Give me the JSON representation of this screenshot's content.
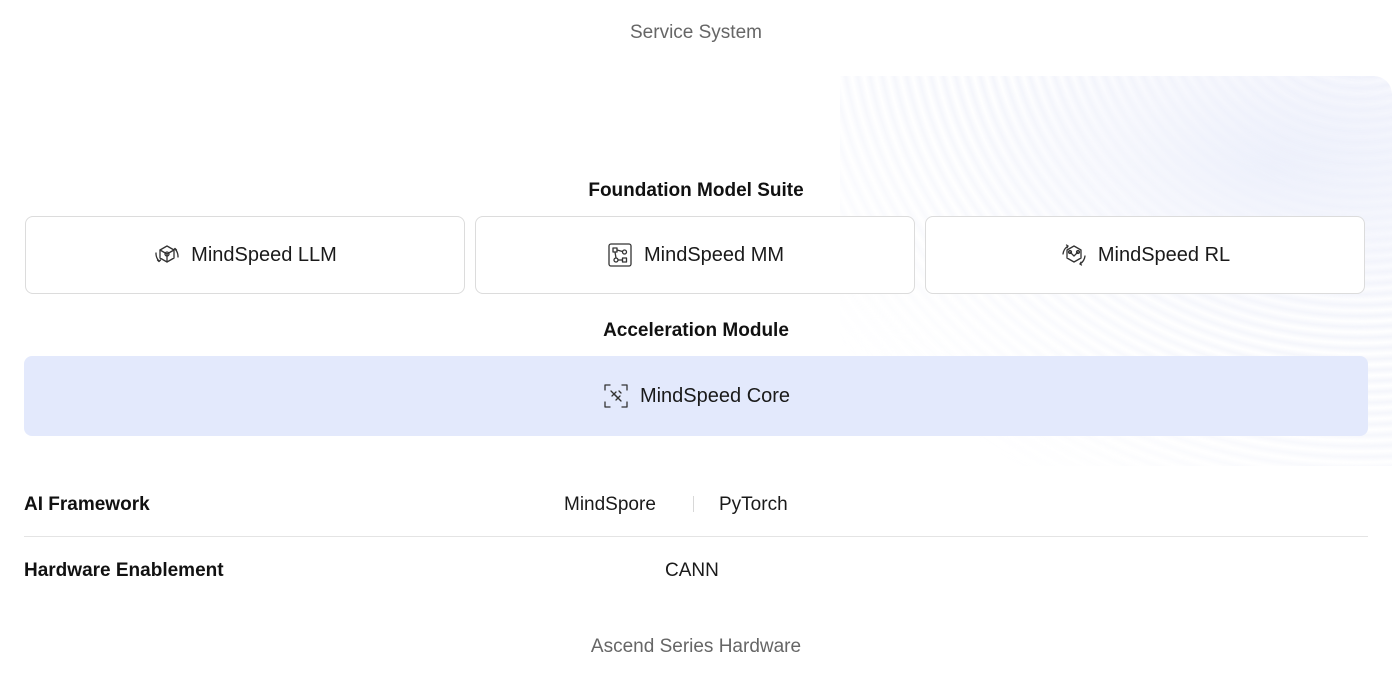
{
  "service_system": "Service System",
  "foundation": {
    "title": "Foundation Model Suite",
    "cards": [
      {
        "label": "MindSpeed LLM",
        "icon": "cube-cycle-icon"
      },
      {
        "label": "MindSpeed MM",
        "icon": "multimodal-nodes-icon"
      },
      {
        "label": "MindSpeed RL",
        "icon": "reinforcement-loop-icon"
      }
    ]
  },
  "acceleration": {
    "title": "Acceleration Module",
    "core": {
      "label": "MindSpeed Core",
      "icon": "rocket-focus-icon"
    }
  },
  "ai_framework": {
    "label": "AI Framework",
    "values": [
      "MindSpore",
      "PyTorch"
    ]
  },
  "hardware": {
    "label": "Hardware Enablement",
    "value": "CANN"
  },
  "ascend": "Ascend Series Hardware",
  "colors": {
    "core_bg": "#e3e9fc",
    "card_border": "#dcdcdc",
    "muted_text": "#666666"
  }
}
